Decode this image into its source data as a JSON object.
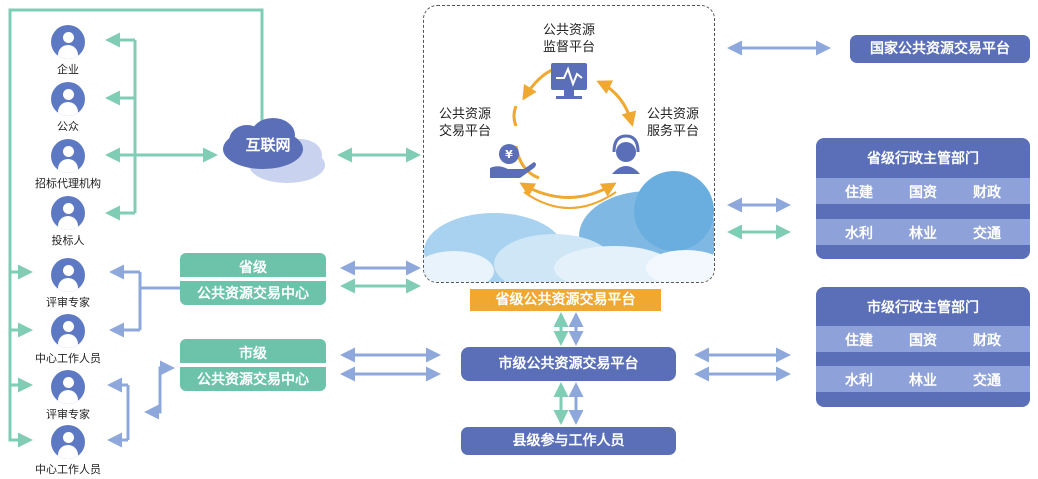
{
  "participants": [
    {
      "label": "企业"
    },
    {
      "label": "公众"
    },
    {
      "label": "招标代理机构"
    },
    {
      "label": "投标人"
    },
    {
      "label": "评审专家"
    },
    {
      "label": "中心工作人员"
    },
    {
      "label": "评审专家"
    },
    {
      "label": "中心工作人员"
    }
  ],
  "internet": {
    "label": "互联网"
  },
  "center": {
    "supervision": {
      "line1": "公共资源",
      "line2": "监督平台"
    },
    "trading": {
      "line1": "公共资源",
      "line2": "交易平台"
    },
    "service": {
      "line1": "公共资源",
      "line2": "服务平台"
    },
    "provincial_platform": "省级公共资源交易平台",
    "yuan_symbol": "¥"
  },
  "provincial_center": {
    "line1": "省级",
    "line2": "公共资源交易中心"
  },
  "municipal_center": {
    "line1": "市级",
    "line2": "公共资源交易中心"
  },
  "municipal_platform": "市级公共资源交易平台",
  "county_staff": "县级参与工作人员",
  "national_platform": "国家公共资源交易平台",
  "provincial_dept": {
    "title": "省级行政主管部门",
    "row1": [
      "住建",
      "国资",
      "财政"
    ],
    "row2": [
      "水利",
      "林业",
      "交通"
    ]
  },
  "municipal_dept": {
    "title": "市级行政主管部门",
    "row1": [
      "住建",
      "国资",
      "财政"
    ],
    "row2": [
      "水利",
      "林业",
      "交通"
    ]
  },
  "colors": {
    "green": "#7fcdb5",
    "blue": "#8fa8dc",
    "orange": "#f0a830",
    "dark_blue": "#5a6fb8"
  }
}
